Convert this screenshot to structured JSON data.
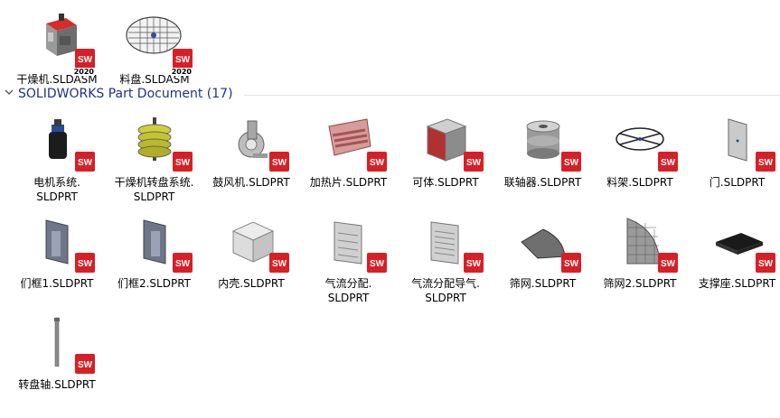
{
  "top_items": [
    {
      "label": "干燥机.SLDASM",
      "badge": "2020",
      "icon": "assembly-dryer-icon"
    },
    {
      "label": "料盘.SLDASM",
      "badge": "2020",
      "icon": "assembly-tray-icon"
    }
  ],
  "group": {
    "title": "SOLIDWORKS Part Document (17)"
  },
  "files": [
    {
      "label": "电机系统.\nSLDPRT",
      "icon": "motor-part-icon"
    },
    {
      "label": "干燥机转盘系统.\nSLDPRT",
      "icon": "turntable-part-icon"
    },
    {
      "label": "鼓风机.SLDPRT",
      "icon": "blower-part-icon"
    },
    {
      "label": "加热片.SLDPRT",
      "icon": "heater-part-icon"
    },
    {
      "label": "可体.SLDPRT",
      "icon": "box-part-icon"
    },
    {
      "label": "联轴器.SLDPRT",
      "icon": "coupling-part-icon"
    },
    {
      "label": "料架.SLDPRT",
      "icon": "rack-part-icon"
    },
    {
      "label": "门.SLDPRT",
      "icon": "door-part-icon"
    },
    {
      "label": "们框1.SLDPRT",
      "icon": "frame1-part-icon"
    },
    {
      "label": "们框2.SLDPRT",
      "icon": "frame2-part-icon"
    },
    {
      "label": "内壳.SLDPRT",
      "icon": "inner-shell-part-icon"
    },
    {
      "label": "气流分配.\nSLDPRT",
      "icon": "airflow-part-icon"
    },
    {
      "label": "气流分配导气.\nSLDPRT",
      "icon": "airflow-guide-part-icon"
    },
    {
      "label": "筛网.SLDPRT",
      "icon": "screen-part-icon"
    },
    {
      "label": "筛网2.SLDPRT",
      "icon": "screen2-part-icon"
    },
    {
      "label": "支撑座.SLDPRT",
      "icon": "support-part-icon"
    },
    {
      "label": "转盘轴.SLDPRT",
      "icon": "shaft-part-icon"
    }
  ],
  "colors": {
    "group_title": "#1e3287",
    "sw_badge": "#d81f26"
  }
}
